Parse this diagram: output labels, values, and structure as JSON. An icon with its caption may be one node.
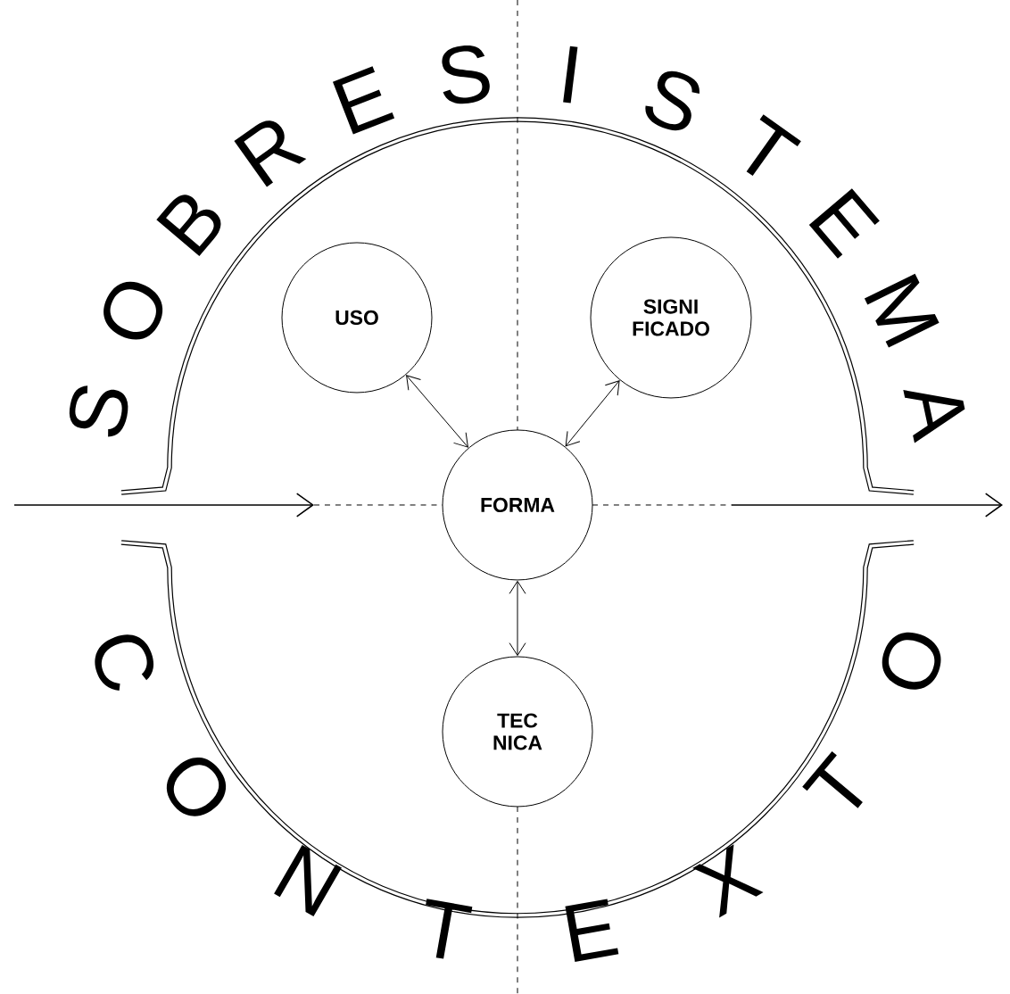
{
  "diagram": {
    "nodes": [
      {
        "text": [
          "USO"
        ]
      },
      {
        "text": [
          "SIGNI FICADO"
        ]
      },
      {
        "text": [
          "FORMA"
        ]
      },
      {
        "text": [
          "TEC NICA"
        ]
      }
    ],
    "edges": [
      {
        "from": 2,
        "to": 0,
        "arrow": "both"
      },
      {
        "from": 2,
        "to": 1,
        "arrow": "both"
      },
      {
        "from": 2,
        "to": 3,
        "arrow": "both"
      }
    ],
    "labels": [
      "SOBRESISTEMA",
      "CONTEXTO"
    ]
  }
}
